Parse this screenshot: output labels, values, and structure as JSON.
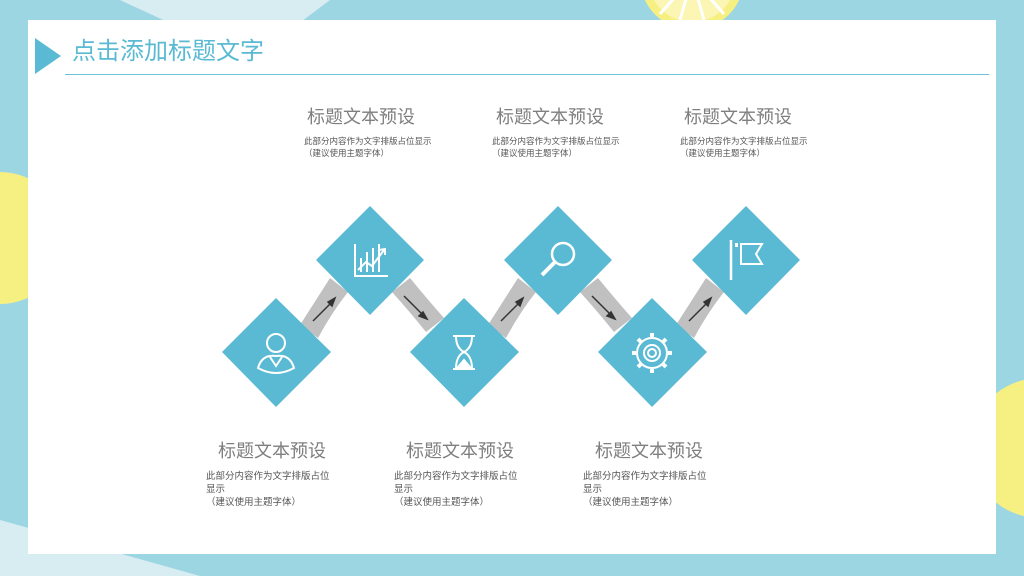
{
  "page": {
    "title": "点击添加标题文字"
  },
  "colors": {
    "accent": "#5bbad3",
    "background": "#9dd6e3",
    "lemon": "#f6ef82",
    "connector": "#c0c0c0"
  },
  "steps_top": [
    {
      "title": "标题文本预设",
      "desc_line1": "此部分内容作为文字排版占位显示",
      "desc_line2": "（建议使用主题字体）"
    },
    {
      "title": "标题文本预设",
      "desc_line1": "此部分内容作为文字排版占位显示",
      "desc_line2": "（建议使用主题字体）"
    },
    {
      "title": "标题文本预设",
      "desc_line1": "此部分内容作为文字排版占位显示",
      "desc_line2": "（建议使用主题字体）"
    }
  ],
  "steps_bottom": [
    {
      "title": "标题文本预设",
      "desc_line1": "此部分内容作为文字排版占位",
      "desc_line2": "显示",
      "desc_line3": "（建议使用主题字体）"
    },
    {
      "title": "标题文本预设",
      "desc_line1": "此部分内容作为文字排版占位",
      "desc_line2": "显示",
      "desc_line3": "（建议使用主题字体）"
    },
    {
      "title": "标题文本预设",
      "desc_line1": "此部分内容作为文字排版占位",
      "desc_line2": "显示",
      "desc_line3": "（建议使用主题字体）"
    }
  ],
  "icons": [
    "user-icon",
    "chart-icon",
    "hourglass-icon",
    "search-icon",
    "gear-icon",
    "flag-icon"
  ]
}
